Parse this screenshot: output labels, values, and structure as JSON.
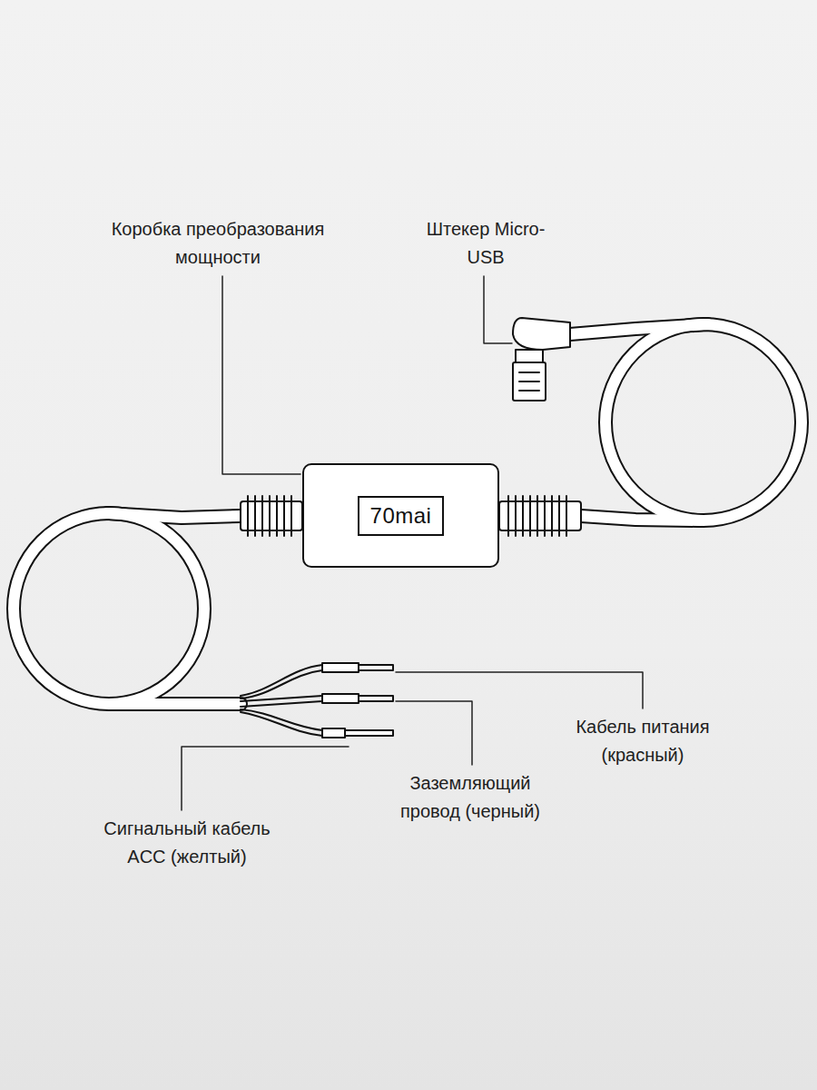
{
  "diagram": {
    "nodes": [
      {
        "text": [
          "70mai"
        ]
      }
    ],
    "labels": [
      "Коробка преобразования мощности",
      "Штекер Micro-USB",
      "Кабель питания (красный)",
      "Заземляющий провод (черный)",
      "Сигнальный кабель ACC (желтый)"
    ]
  }
}
